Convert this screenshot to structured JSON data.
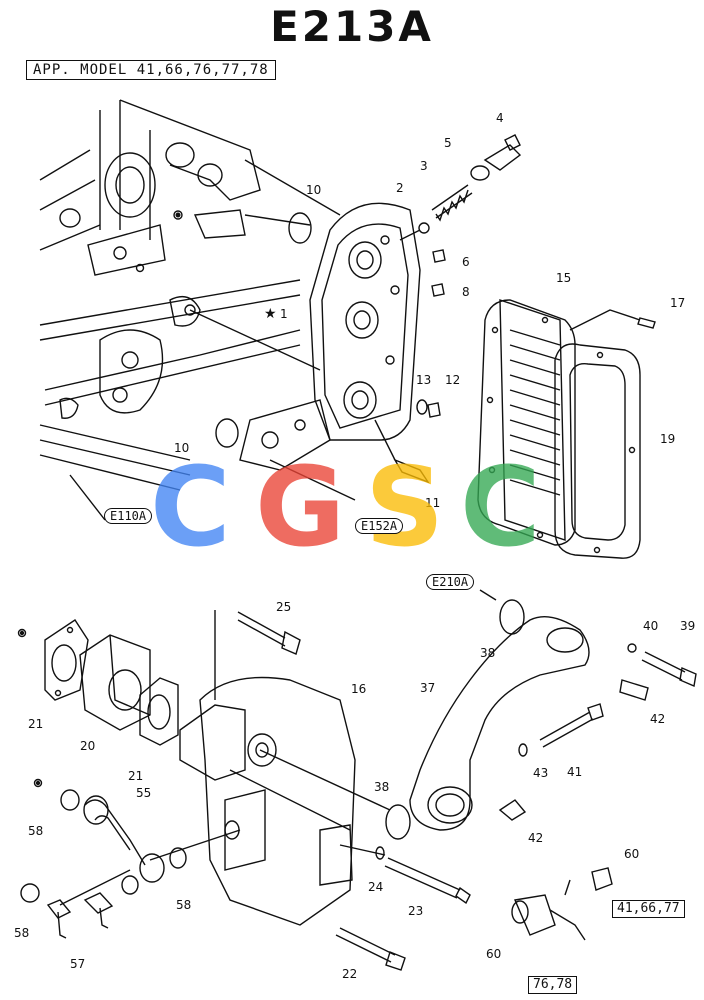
{
  "title": "E213A",
  "applicability": "APP. MODEL  41,66,76,77,78",
  "refs": {
    "e110a": "E110A",
    "e152a": "E152A",
    "e210a": "E210A"
  },
  "notes": {
    "models_plug": "41,66,77",
    "models_valve": "76,78"
  },
  "parts": [
    {
      "id": "p1",
      "num": "1"
    },
    {
      "id": "p2",
      "num": "2"
    },
    {
      "id": "p3",
      "num": "3"
    },
    {
      "id": "p4",
      "num": "4"
    },
    {
      "id": "p5",
      "num": "5"
    },
    {
      "id": "p6",
      "num": "6"
    },
    {
      "id": "p8",
      "num": "8"
    },
    {
      "id": "p10a",
      "num": "10"
    },
    {
      "id": "p10b",
      "num": "10"
    },
    {
      "id": "p11",
      "num": "11"
    },
    {
      "id": "p12",
      "num": "12"
    },
    {
      "id": "p13",
      "num": "13"
    },
    {
      "id": "p15",
      "num": "15"
    },
    {
      "id": "p16",
      "num": "16"
    },
    {
      "id": "p17",
      "num": "17"
    },
    {
      "id": "p19",
      "num": "19"
    },
    {
      "id": "p20",
      "num": "20"
    },
    {
      "id": "p21a",
      "num": "21"
    },
    {
      "id": "p21b",
      "num": "21"
    },
    {
      "id": "p22",
      "num": "22"
    },
    {
      "id": "p23",
      "num": "23"
    },
    {
      "id": "p24",
      "num": "24"
    },
    {
      "id": "p25",
      "num": "25"
    },
    {
      "id": "p37",
      "num": "37"
    },
    {
      "id": "p38a",
      "num": "38"
    },
    {
      "id": "p38b",
      "num": "38"
    },
    {
      "id": "p39",
      "num": "39"
    },
    {
      "id": "p40",
      "num": "40"
    },
    {
      "id": "p41",
      "num": "41"
    },
    {
      "id": "p42a",
      "num": "42"
    },
    {
      "id": "p42b",
      "num": "42"
    },
    {
      "id": "p43",
      "num": "43"
    },
    {
      "id": "p55",
      "num": "55"
    },
    {
      "id": "p57",
      "num": "57"
    },
    {
      "id": "p58a",
      "num": "58"
    },
    {
      "id": "p58b",
      "num": "58"
    },
    {
      "id": "p58c",
      "num": "58"
    },
    {
      "id": "p60a",
      "num": "60"
    },
    {
      "id": "p60b",
      "num": "60"
    }
  ],
  "star_mark": "★",
  "watermark": "CGSC"
}
